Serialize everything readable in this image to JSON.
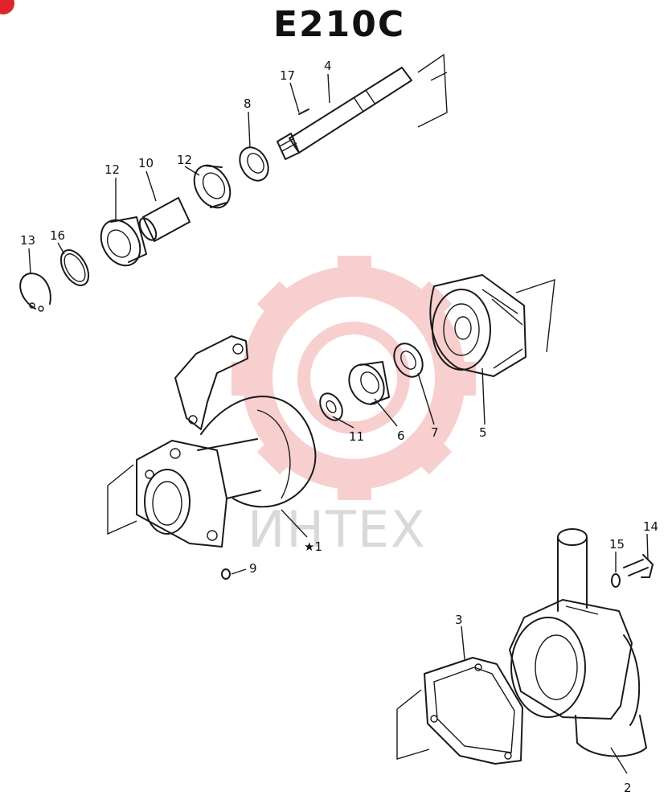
{
  "title": "E210C",
  "watermark": "ИНТЕХ",
  "colors": {
    "line": "#1a1a1a",
    "watermark_gear": "#f4c6c6",
    "watermark_text": "#d9d9d9",
    "badge": "#e0242b"
  },
  "labels": {
    "p17": "17",
    "p4": "4",
    "p8": "8",
    "p12a": "12",
    "p10": "10",
    "p12b": "12",
    "p13": "13",
    "p16": "16",
    "p11": "11",
    "p6": "6",
    "p7": "7",
    "p5": "5",
    "p1": "★1",
    "p9": "9",
    "p14": "14",
    "p15": "15",
    "p3": "3",
    "p2": "2"
  }
}
